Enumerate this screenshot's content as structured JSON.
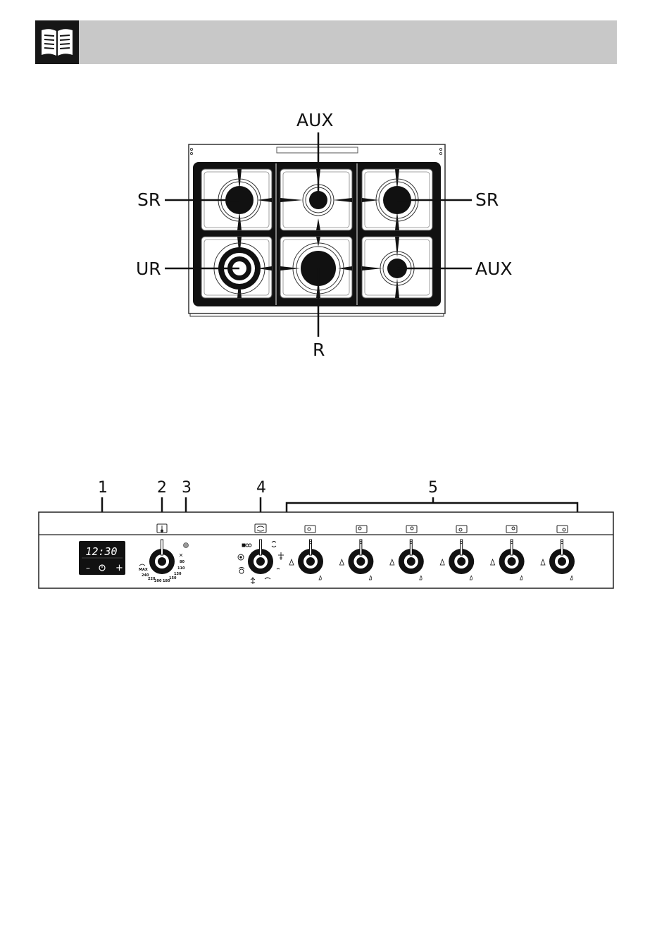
{
  "header": {
    "icon": "open-book-icon"
  },
  "hob": {
    "labels": {
      "aux_top": "AUX",
      "sr_left": "SR",
      "sr_right": "SR",
      "ur_left": "UR",
      "aux_right": "AUX",
      "r_bottom": "R"
    }
  },
  "panel": {
    "callouts": [
      "1",
      "2",
      "3",
      "4",
      "5"
    ],
    "clock": {
      "time": "12:30",
      "minus": "–",
      "plus": "+"
    },
    "thermostat": {
      "scale": [
        "MAX",
        "240",
        "220",
        "200",
        "180",
        "150",
        "130",
        "110",
        "80"
      ]
    },
    "burner_knob_count": 6
  }
}
